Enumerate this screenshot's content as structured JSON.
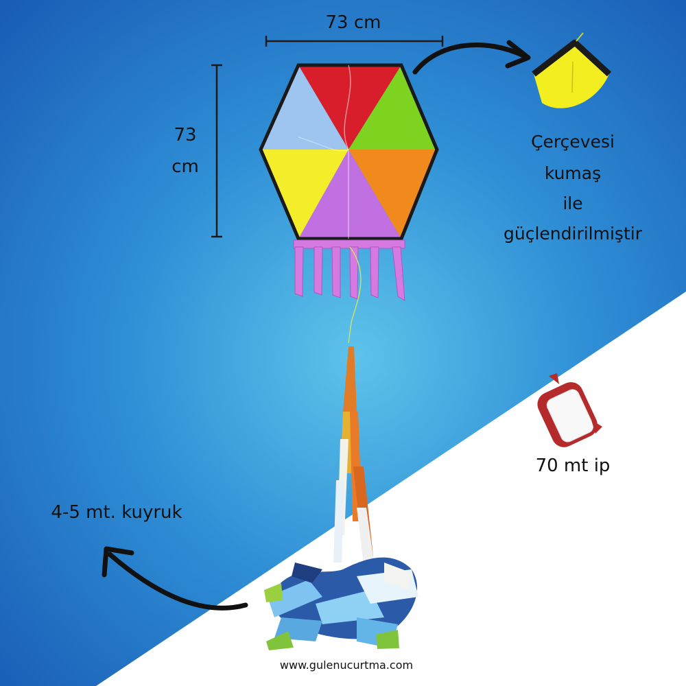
{
  "dimensions": {
    "width_label": "73 cm",
    "height_label_line1": "73",
    "height_label_line2": "cm"
  },
  "frame_note": {
    "line1": "Çerçevesi",
    "line2": "kumaş",
    "line3": "ile",
    "line4": "güçlendirilmiştir"
  },
  "line_label": "70 mt ip",
  "tail_label": "4-5 mt. kuyruk",
  "website": "www.gulenucurtma.com",
  "colors": {
    "background_blue": "#2a7fd0",
    "background_blue_light": "#5ec3ea",
    "kite_red": "#d81e2b",
    "kite_green": "#7ed321",
    "kite_orange": "#f08a1c",
    "kite_purple": "#c070e0",
    "kite_yellow": "#f4ee2a",
    "kite_lightblue": "#9ec5f0"
  },
  "icons": [
    "kite",
    "reinforced-corner",
    "string-reel",
    "curved-arrow"
  ]
}
